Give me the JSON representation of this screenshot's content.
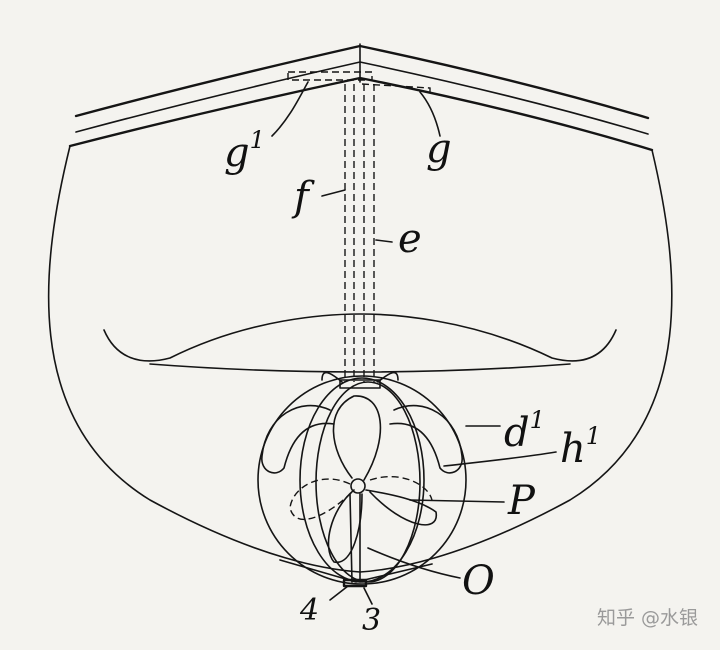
{
  "labels": {
    "g1": {
      "base": "g",
      "sup": "1"
    },
    "g": "g",
    "f": "f",
    "e": "e",
    "d1": {
      "base": "d",
      "sup": "1"
    },
    "h1": {
      "base": "h",
      "sup": "1"
    },
    "P": "P",
    "O": "O",
    "n4": "4",
    "n3": "3"
  },
  "watermark": "知乎 @水银"
}
